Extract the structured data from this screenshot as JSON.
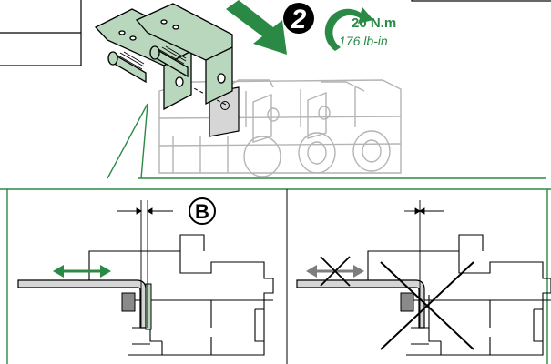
{
  "step": {
    "number": "2"
  },
  "torque": {
    "metric": "20 N.m",
    "imperial": "176 lb-in"
  },
  "callout": {
    "letter": "B"
  },
  "colors": {
    "accent_green": "#2a8a45",
    "bracket_green": "#b9d7bd",
    "line_black": "#000000",
    "wrong_gray": "#7d7d7d"
  },
  "icons": [
    "step-badge-icon",
    "push-arrow-icon",
    "torque-rotation-icon",
    "horizontal-double-arrow-icon",
    "cross-mark-icon"
  ]
}
